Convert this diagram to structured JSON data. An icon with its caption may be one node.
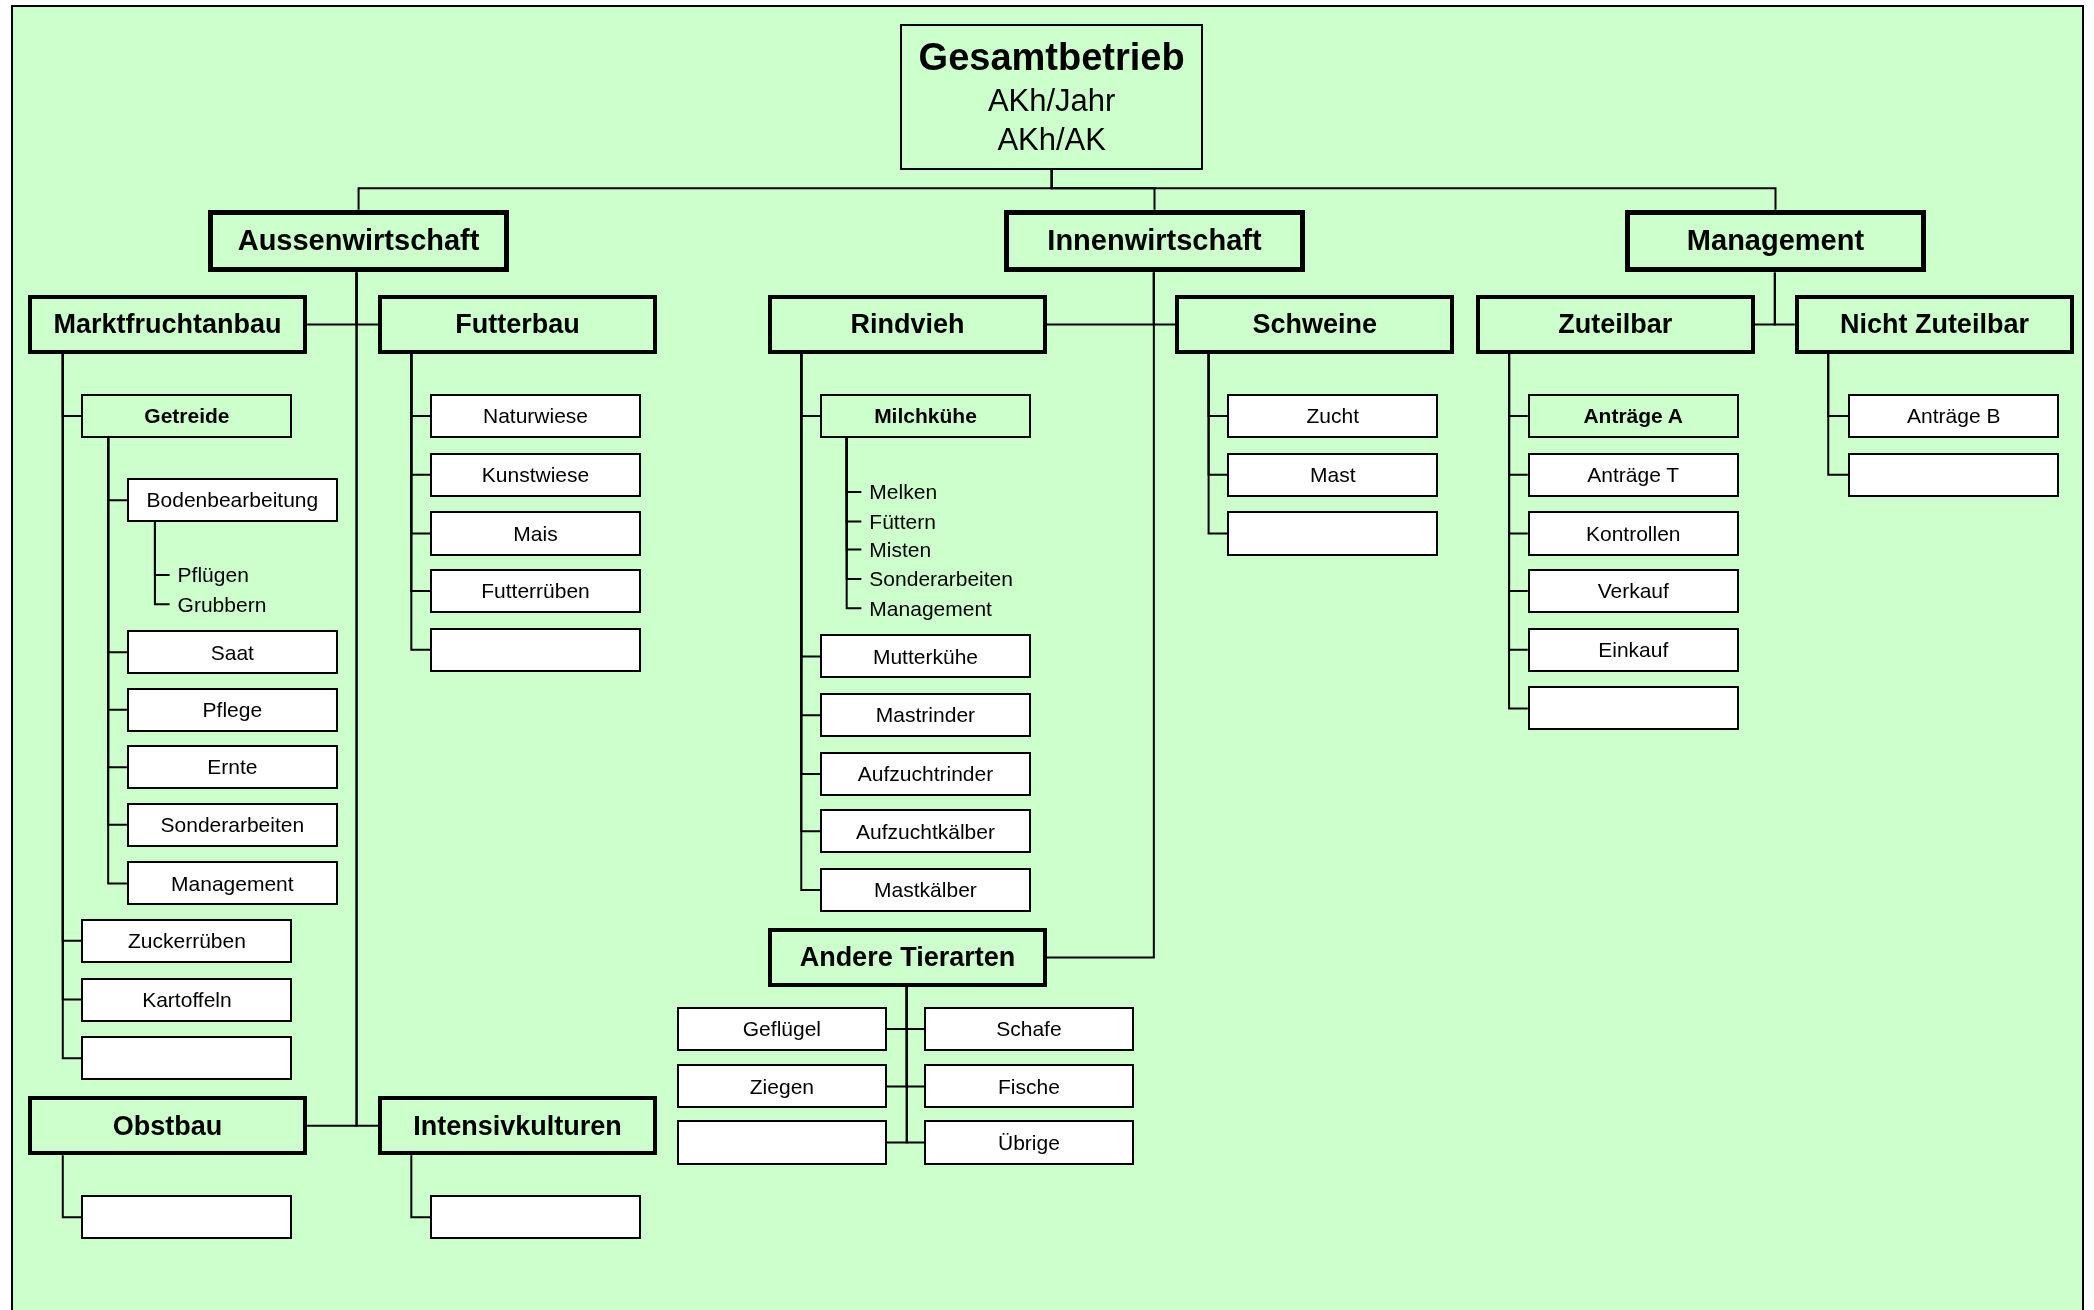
{
  "diagram": {
    "nodes": [
      {
        "text": [
          "Gesamtbetrieb",
          "AKh/Jahr",
          "AKh/AK"
        ]
      },
      {
        "text": [
          "Aussenwirtschaft"
        ]
      },
      {
        "text": [
          "Innenwirtschaft"
        ]
      },
      {
        "text": [
          "Management"
        ]
      },
      {
        "text": [
          "Marktfruchtanbau"
        ]
      },
      {
        "text": [
          "Futterbau"
        ]
      },
      {
        "text": [
          "Getreide"
        ]
      },
      {
        "text": [
          "Bodenbearbeitung"
        ]
      },
      {
        "text": [
          "Pflügen"
        ]
      },
      {
        "text": [
          "Grubbern"
        ]
      },
      {
        "text": [
          "Saat"
        ]
      },
      {
        "text": [
          "Pflege"
        ]
      },
      {
        "text": [
          "Ernte"
        ]
      },
      {
        "text": [
          "Sonderarbeiten"
        ]
      },
      {
        "text": [
          "Management"
        ]
      },
      {
        "text": [
          "Zuckerrüben"
        ]
      },
      {
        "text": [
          "Kartoffeln"
        ]
      },
      {
        "text": [],
        "shape": "box"
      },
      {
        "text": [
          "Naturwiese"
        ]
      },
      {
        "text": [
          "Kunstwiese"
        ]
      },
      {
        "text": [
          "Mais"
        ]
      },
      {
        "text": [
          "Futterrüben"
        ]
      },
      {
        "text": [],
        "shape": "box"
      },
      {
        "text": [
          "Obstbau"
        ]
      },
      {
        "text": [
          "Intensivkulturen"
        ]
      },
      {
        "text": [],
        "shape": "box"
      },
      {
        "text": [],
        "shape": "box"
      },
      {
        "text": [
          "Rindvieh"
        ]
      },
      {
        "text": [
          "Schweine"
        ]
      },
      {
        "text": [
          "Milchkühe"
        ]
      },
      {
        "text": [
          "Melken"
        ]
      },
      {
        "text": [
          "Füttern"
        ]
      },
      {
        "text": [
          "Misten"
        ]
      },
      {
        "text": [
          "Sonderarbeiten"
        ]
      },
      {
        "text": [
          "Management"
        ]
      },
      {
        "text": [
          "Mutterkühe"
        ]
      },
      {
        "text": [
          "Mastrinder"
        ]
      },
      {
        "text": [
          "Aufzuchtrinder"
        ]
      },
      {
        "text": [
          "Aufzuchtkälber"
        ]
      },
      {
        "text": [
          "Mastkälber"
        ]
      },
      {
        "text": [
          "Andere Tierarten"
        ]
      },
      {
        "text": [
          "Geflügel"
        ]
      },
      {
        "text": [
          "Schafe"
        ]
      },
      {
        "text": [
          "Ziegen"
        ]
      },
      {
        "text": [
          "Fische"
        ]
      },
      {
        "text": [],
        "shape": "box"
      },
      {
        "text": [
          "Übrige"
        ]
      },
      {
        "text": [
          "Zucht"
        ]
      },
      {
        "text": [
          "Mast"
        ]
      },
      {
        "text": [],
        "shape": "box"
      },
      {
        "text": [
          "Zuteilbar"
        ]
      },
      {
        "text": [
          "Nicht Zuteilbar"
        ]
      },
      {
        "text": [
          "Anträge A"
        ]
      },
      {
        "text": [
          "Anträge T"
        ]
      },
      {
        "text": [
          "Kontrollen"
        ]
      },
      {
        "text": [
          "Verkauf"
        ]
      },
      {
        "text": [
          "Einkauf"
        ]
      },
      {
        "text": [],
        "shape": "box"
      },
      {
        "text": [
          "Anträge B"
        ]
      },
      {
        "text": [],
        "shape": "box"
      }
    ],
    "edges": [
      {
        "from": 0,
        "to": 1,
        "arrow": "none"
      },
      {
        "from": 0,
        "to": 2,
        "arrow": "none"
      },
      {
        "from": 0,
        "to": 3,
        "arrow": "none"
      },
      {
        "from": 1,
        "to": 4,
        "arrow": "none"
      },
      {
        "from": 1,
        "to": 5,
        "arrow": "none"
      },
      {
        "from": 1,
        "to": 23,
        "arrow": "none"
      },
      {
        "from": 1,
        "to": 24,
        "arrow": "none"
      },
      {
        "from": 4,
        "to": 6,
        "arrow": "none"
      },
      {
        "from": 6,
        "to": 7,
        "arrow": "none"
      },
      {
        "from": 7,
        "to": 8,
        "arrow": "none"
      },
      {
        "from": 7,
        "to": 9,
        "arrow": "none"
      },
      {
        "from": 6,
        "to": 10,
        "arrow": "none"
      },
      {
        "from": 6,
        "to": 11,
        "arrow": "none"
      },
      {
        "from": 6,
        "to": 12,
        "arrow": "none"
      },
      {
        "from": 6,
        "to": 13,
        "arrow": "none"
      },
      {
        "from": 6,
        "to": 14,
        "arrow": "none"
      },
      {
        "from": 4,
        "to": 15,
        "arrow": "none"
      },
      {
        "from": 4,
        "to": 16,
        "arrow": "none"
      },
      {
        "from": 4,
        "to": 17,
        "arrow": "none"
      },
      {
        "from": 5,
        "to": 18,
        "arrow": "none"
      },
      {
        "from": 5,
        "to": 19,
        "arrow": "none"
      },
      {
        "from": 5,
        "to": 20,
        "arrow": "none"
      },
      {
        "from": 5,
        "to": 21,
        "arrow": "none"
      },
      {
        "from": 5,
        "to": 22,
        "arrow": "none"
      },
      {
        "from": 23,
        "to": 25,
        "arrow": "none"
      },
      {
        "from": 24,
        "to": 26,
        "arrow": "none"
      },
      {
        "from": 2,
        "to": 27,
        "arrow": "none"
      },
      {
        "from": 2,
        "to": 28,
        "arrow": "none"
      },
      {
        "from": 2,
        "to": 40,
        "arrow": "none"
      },
      {
        "from": 27,
        "to": 29,
        "arrow": "none"
      },
      {
        "from": 29,
        "to": 30,
        "arrow": "none"
      },
      {
        "from": 29,
        "to": 31,
        "arrow": "none"
      },
      {
        "from": 29,
        "to": 32,
        "arrow": "none"
      },
      {
        "from": 29,
        "to": 33,
        "arrow": "none"
      },
      {
        "from": 29,
        "to": 34,
        "arrow": "none"
      },
      {
        "from": 27,
        "to": 35,
        "arrow": "none"
      },
      {
        "from": 27,
        "to": 36,
        "arrow": "none"
      },
      {
        "from": 27,
        "to": 37,
        "arrow": "none"
      },
      {
        "from": 27,
        "to": 38,
        "arrow": "none"
      },
      {
        "from": 27,
        "to": 39,
        "arrow": "none"
      },
      {
        "from": 40,
        "to": 41,
        "arrow": "none"
      },
      {
        "from": 40,
        "to": 42,
        "arrow": "none"
      },
      {
        "from": 40,
        "to": 43,
        "arrow": "none"
      },
      {
        "from": 40,
        "to": 44,
        "arrow": "none"
      },
      {
        "from": 40,
        "to": 45,
        "arrow": "none"
      },
      {
        "from": 40,
        "to": 46,
        "arrow": "none"
      },
      {
        "from": 28,
        "to": 47,
        "arrow": "none"
      },
      {
        "from": 28,
        "to": 48,
        "arrow": "none"
      },
      {
        "from": 28,
        "to": 49,
        "arrow": "none"
      },
      {
        "from": 3,
        "to": 50,
        "arrow": "none"
      },
      {
        "from": 3,
        "to": 51,
        "arrow": "none"
      },
      {
        "from": 50,
        "to": 52,
        "arrow": "none"
      },
      {
        "from": 50,
        "to": 53,
        "arrow": "none"
      },
      {
        "from": 50,
        "to": 54,
        "arrow": "none"
      },
      {
        "from": 50,
        "to": 55,
        "arrow": "none"
      },
      {
        "from": 50,
        "to": 56,
        "arrow": "none"
      },
      {
        "from": 50,
        "to": 57,
        "arrow": "none"
      },
      {
        "from": 51,
        "to": 58,
        "arrow": "none"
      },
      {
        "from": 51,
        "to": 59,
        "arrow": "none"
      }
    ]
  }
}
